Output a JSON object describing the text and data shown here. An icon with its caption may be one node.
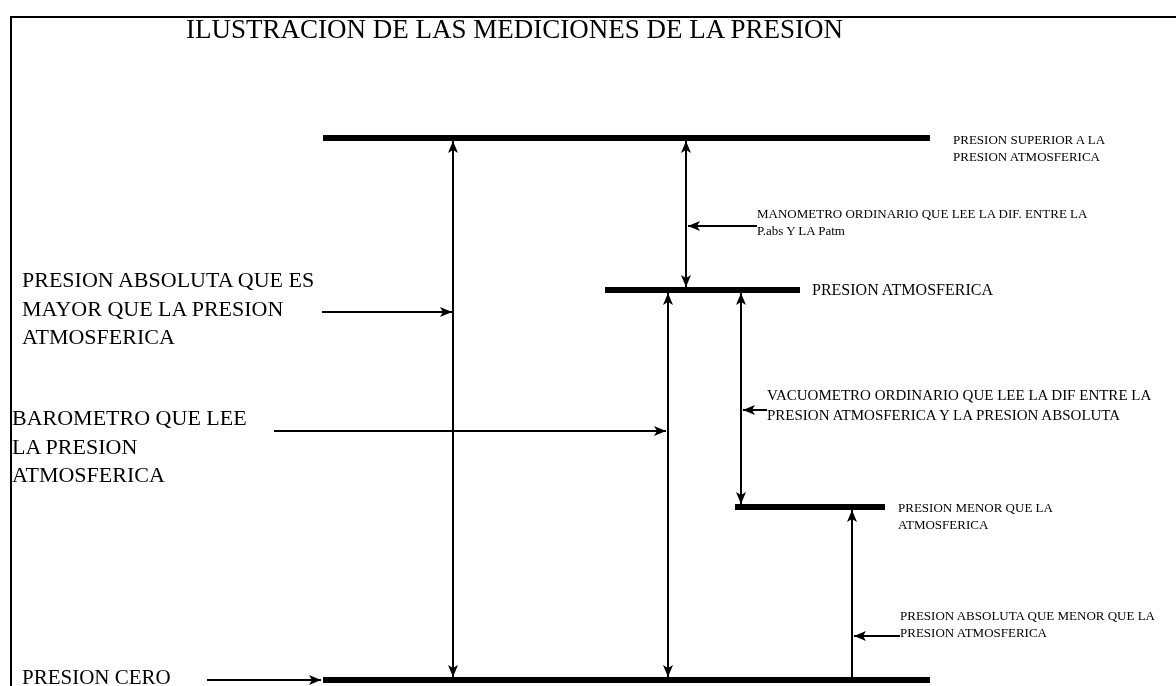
{
  "diagram": {
    "title": "ILUSTRACION DE LAS MEDICIONES DE LA PRESION",
    "nodes": [
      {
        "text": [],
        "shape": "bar",
        "beside": [
          "PRESION SUPERIOR A LA PRESION ATMOSFERICA"
        ]
      },
      {
        "text": [],
        "shape": "bar",
        "beside": [
          "PRESION ATMOSFERICA"
        ]
      },
      {
        "text": [],
        "shape": "bar",
        "beside": [
          "PRESION MENOR QUE LA ATMOSFERICA"
        ]
      },
      {
        "text": [],
        "shape": "bar"
      },
      {
        "text": [
          "PRESION ABSOLUTA  QUE ES MAYOR QUE LA PRESION ATMOSFERICA"
        ]
      },
      {
        "text": [
          "MANOMETRO ORDINARIO QUE LEE LA DIF. ENTRE LA P.abs Y  LA Patm"
        ]
      },
      {
        "text": [
          "BAROMETRO QUE LEE LA PRESION ATMOSFERICA"
        ]
      },
      {
        "text": [
          "VACUOMETRO ORDINARIO QUE LEE LA DIF ENTRE LA PRESION ATMOSFERICA Y LA PRESION ABSOLUTA"
        ]
      },
      {
        "text": [
          "PRESION ABSOLUTA QUE MENOR QUE  LA PRESION ATMOSFERICA"
        ]
      },
      {
        "text": [
          "PRESION CERO"
        ]
      }
    ],
    "edges": [
      {
        "from": 0,
        "to": 3,
        "arrow": "both"
      },
      {
        "from": 0,
        "to": 1,
        "arrow": "both"
      },
      {
        "from": 1,
        "to": 3,
        "arrow": "both"
      },
      {
        "from": 1,
        "to": 2,
        "arrow": "both"
      },
      {
        "from": 3,
        "to": 2,
        "arrow": "to"
      },
      {
        "from": 4,
        "to": null,
        "arrow": "to"
      },
      {
        "from": 5,
        "to": null,
        "arrow": "to"
      },
      {
        "from": 6,
        "to": null,
        "arrow": "to"
      },
      {
        "from": 7,
        "to": null,
        "arrow": "to"
      },
      {
        "from": 8,
        "to": null,
        "arrow": "to"
      },
      {
        "from": 9,
        "to": 3,
        "arrow": "to"
      }
    ]
  }
}
